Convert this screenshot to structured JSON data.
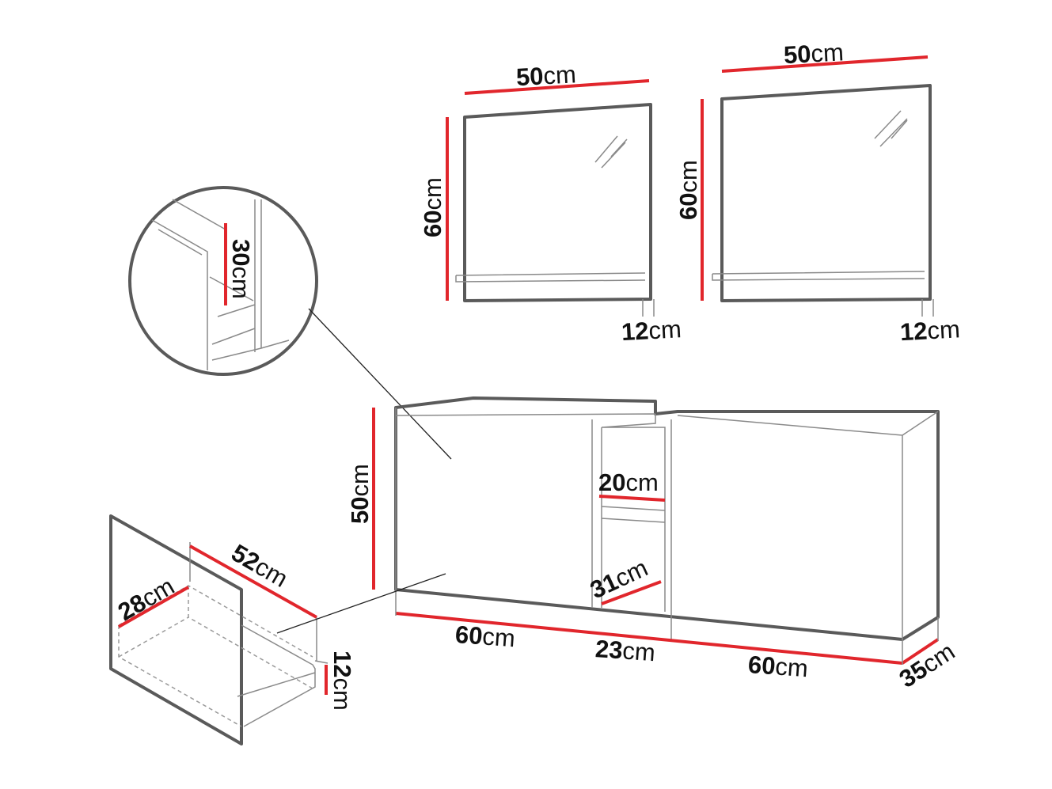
{
  "unit": "cm",
  "colors": {
    "dimension_line": "#e1262c",
    "outline": "#5a5a5a"
  },
  "mirror_left": {
    "width": "50",
    "height": "60",
    "shelf_depth": "12"
  },
  "mirror_right": {
    "width": "50",
    "height": "60",
    "shelf_depth": "12"
  },
  "detail_circle": {
    "drawer_height": "30"
  },
  "cabinet": {
    "height": "50",
    "shelf_depth": "20",
    "shelf_spacing": "31",
    "left_width": "60",
    "middle_width": "23",
    "right_width": "60",
    "depth": "35"
  },
  "drawer": {
    "length": "52",
    "width": "28",
    "height": "12"
  }
}
